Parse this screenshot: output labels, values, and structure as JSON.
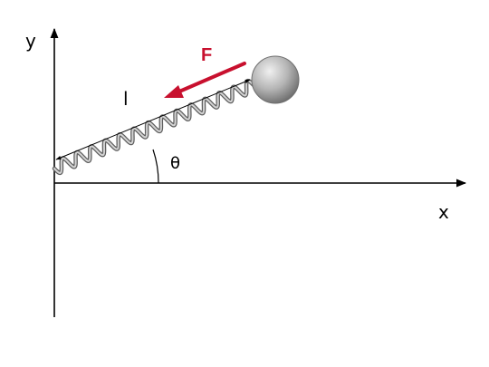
{
  "labels": {
    "y_axis": "y",
    "x_axis": "x",
    "length": "l",
    "angle": "θ",
    "force": "F"
  },
  "colors": {
    "axes": "#000000",
    "force": "#c8102e",
    "spring_dark": "#5f5f5f",
    "spring_light": "#d4d4d4",
    "mass_light": "#e6e6e6",
    "mass_dark": "#7a7a7a"
  },
  "icons": {
    "mass": "mass-ball-icon",
    "spring": "spring-coil-icon",
    "force": "force-arrow-icon"
  }
}
